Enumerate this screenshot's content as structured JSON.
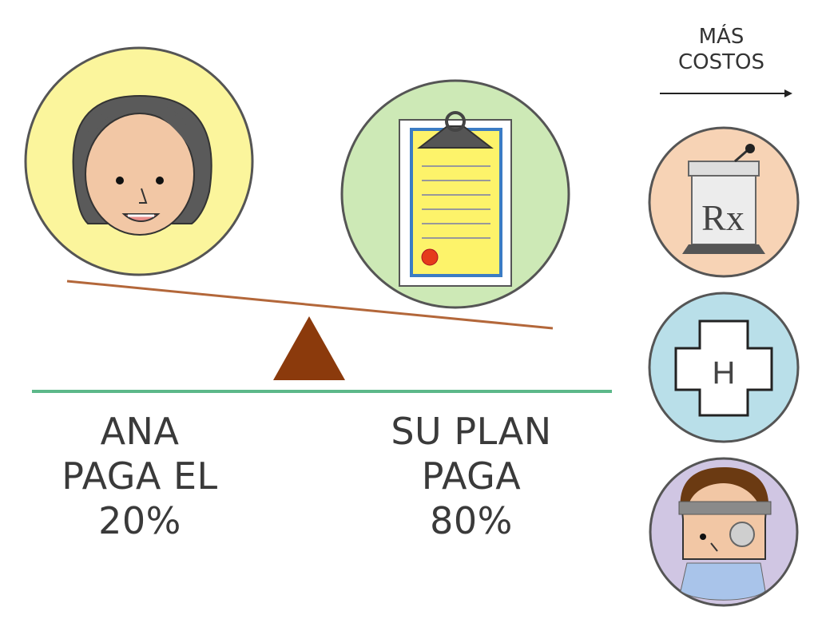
{
  "more_costs": {
    "line1": "MÁS",
    "line2": "COSTOS"
  },
  "left_label": {
    "line1": "ANA",
    "line2": "PAGA EL",
    "line3": "20%"
  },
  "right_label": {
    "line1": "SU PLAN",
    "line2": "PAGA",
    "line3": "80%"
  },
  "rx_text": "Rx",
  "hospital_text": "H",
  "colors": {
    "person_bg": "#fbf59c",
    "plan_bg": "#cde9b6",
    "pharmacy_bg": "#f7d3b5",
    "hospital_bg": "#b9dfe9",
    "doctor_bg": "#d0c6e3",
    "fulcrum": "#8b3a0c",
    "ground_line": "#5cb88a",
    "beam": "#b3673a"
  }
}
